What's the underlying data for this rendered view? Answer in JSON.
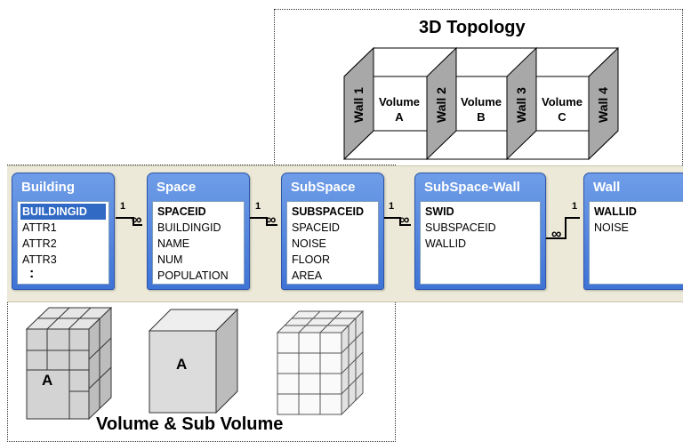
{
  "topology": {
    "title": "3D Topology",
    "walls": [
      "Wall 1",
      "Wall 2",
      "Wall 3",
      "Wall 4"
    ],
    "volumes": [
      {
        "word": "Volume",
        "letter": "A"
      },
      {
        "word": "Volume",
        "letter": "B"
      },
      {
        "word": "Volume",
        "letter": "C"
      }
    ]
  },
  "tables": [
    {
      "title": "Building",
      "fields": [
        "BUILDINGID",
        "ATTR1",
        "ATTR2",
        "ATTR3"
      ],
      "more": ":"
    },
    {
      "title": "Space",
      "fields": [
        "SPACEID",
        "BUILDINGID",
        "NAME",
        "NUM",
        "POPULATION"
      ]
    },
    {
      "title": "SubSpace",
      "fields": [
        "SUBSPACEID",
        "SPACEID",
        "NOISE",
        "FLOOR",
        "AREA"
      ]
    },
    {
      "title": "SubSpace-Wall",
      "fields": [
        "SWID",
        "SUBSPACEID",
        "WALLID"
      ]
    },
    {
      "title": "Wall",
      "fields": [
        "WALLID",
        "NOISE"
      ]
    }
  ],
  "relationships": {
    "one": "1",
    "many": "∞"
  },
  "volume_section": {
    "title": "Volume & Sub Volume",
    "labels": [
      "A",
      "A"
    ]
  }
}
